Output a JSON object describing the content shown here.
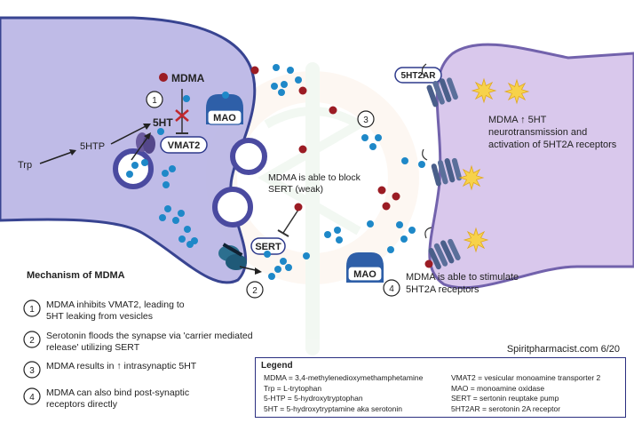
{
  "diagram": {
    "labels": {
      "mdma": "MDMA",
      "step1_number": "1",
      "fivehT": "5HT",
      "vmat2": "VMAT2",
      "mao_pre": "MAO",
      "fivehtp": "5HTP",
      "trp": "Trp",
      "sert_block_text_1": "MDMA is able to block",
      "sert_block_text_2": "SERT (weak)",
      "sert": "SERT",
      "step2_number": "2",
      "step3_number": "3",
      "mao_cleft": "MAO",
      "receptor_label": "5HT2AR",
      "post_text_1": "MDMA",
      "post_text_1b": "↑ 5HT",
      "post_text_2": "neurotransmission and",
      "post_text_3": "activation of 5HT2A receptors",
      "stimulate_text_1": "MDMA is able to stimulate",
      "stimulate_text_2": "5HT2A receptors",
      "step4_number": "4"
    },
    "colors": {
      "presynaptic_fill": "#bcb8e6",
      "presynaptic_stroke": "#2e3a8c",
      "postsynaptic_fill": "#d7c6ec",
      "serotonin_dot": "#1e88c8",
      "mdma_dot": "#9b1c24",
      "receptor": "#4a5f8a",
      "mao": "#2e5fa8",
      "starburst": "#f7d24a"
    }
  },
  "mechanism": {
    "title": "Mechanism of MDMA",
    "items": [
      {
        "number": "1",
        "line1": "MDMA inhibits VMAT2, leading to",
        "line2": "5HT leaking from vesicles"
      },
      {
        "number": "2",
        "line1": "Serotonin floods the synapse via 'carrier mediated",
        "line2": "release' utilizing SERT"
      },
      {
        "number": "3",
        "line1": "MDMA results in ↑ intrasynaptic 5HT",
        "line2": ""
      },
      {
        "number": "4",
        "line1": "MDMA can also bind post-synaptic",
        "line2": "receptors directly"
      }
    ]
  },
  "credit": "Spiritpharmacist.com 6/20",
  "legend": {
    "title": "Legend",
    "left": [
      "MDMA = 3,4-methylenedioxymethamphetamine",
      "Trp = L-trytophan",
      "5-HTP = 5-hydroxytryptophan",
      "5HT = 5-hydroxytryptamine aka serotonin"
    ],
    "right": [
      "VMAT2 = vesicular monoamine transporter 2",
      "MAO = monoamine oxidase",
      "SERT = sertonin reuptake pump",
      "5HT2AR = serotonin 2A receptor"
    ]
  }
}
